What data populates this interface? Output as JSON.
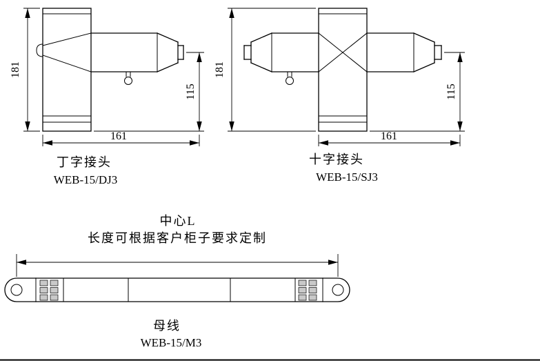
{
  "tee": {
    "title": "丁字接头",
    "model": "WEB-15/DJ3",
    "dims": {
      "height": "181",
      "side": "115",
      "width": "161"
    }
  },
  "cross": {
    "title": "十字接头",
    "model": "WEB-15/SJ3",
    "dims": {
      "height": "181",
      "side": "115",
      "width": "161"
    }
  },
  "busbar": {
    "title": "母线",
    "model": "WEB-15/M3",
    "center_label": "中心L",
    "note": "长度可根据客户柜子要求定制"
  }
}
